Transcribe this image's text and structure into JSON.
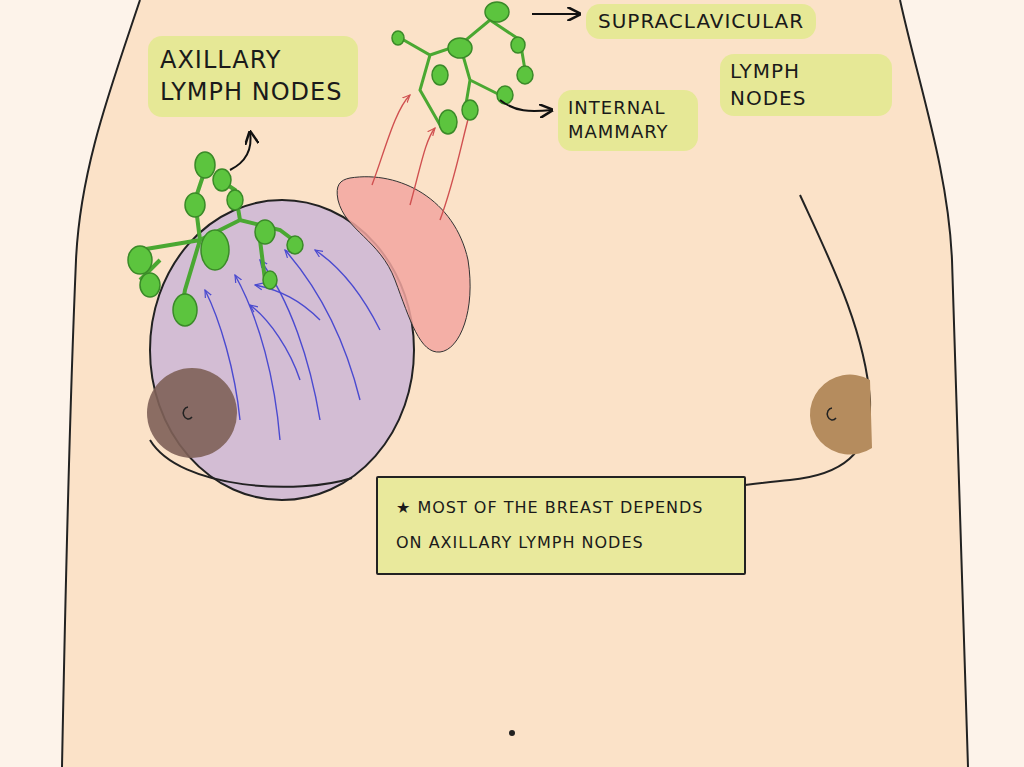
{
  "diagram": {
    "nodes": [
      {
        "text": [
          "AXILLARY LYMPH NODES"
        ]
      },
      {
        "text": [
          "SUPRACLAVICULAR"
        ]
      },
      {
        "text": [
          "LYMPH NODES"
        ]
      },
      {
        "text": [
          "INTERNAL MAMMARY"
        ]
      },
      {
        "text": [
          "★ MOST OF THE BREAST DEPENDS ON AXILLARY LYMPH NODES"
        ]
      }
    ]
  }
}
